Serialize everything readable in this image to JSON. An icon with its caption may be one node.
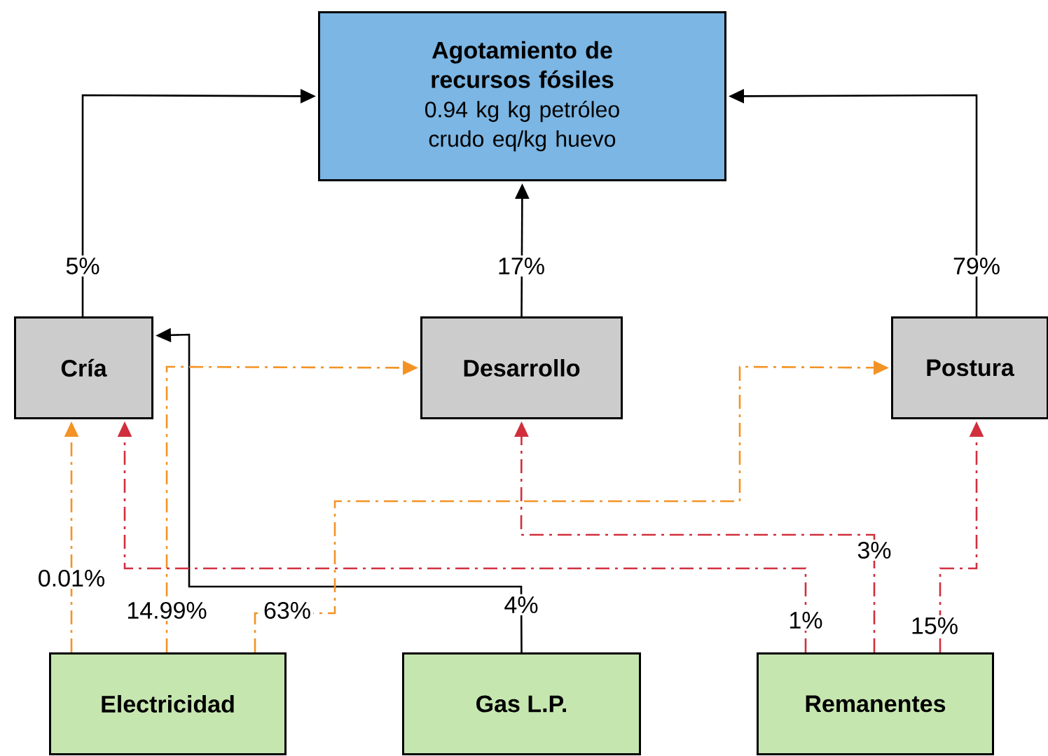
{
  "diagram": {
    "nodes": [
      {
        "text": [
          "Agotamiento de recursos fósiles",
          "0.94 kg kg petróleo crudo eq/kg huevo"
        ]
      },
      {
        "text": [
          "Cría"
        ]
      },
      {
        "text": [
          "Desarrollo"
        ]
      },
      {
        "text": [
          "Postura"
        ]
      },
      {
        "text": [
          "Electricidad"
        ]
      },
      {
        "text": [
          "Gas L.P."
        ]
      },
      {
        "text": [
          "Remanentes"
        ]
      }
    ],
    "edges": [
      {
        "from": 1,
        "to": 0,
        "arrow": "to",
        "label": "5%"
      },
      {
        "from": 2,
        "to": 0,
        "arrow": "to",
        "label": "17%"
      },
      {
        "from": 3,
        "to": 0,
        "arrow": "to",
        "label": "79%"
      },
      {
        "from": 5,
        "to": 1,
        "arrow": "to",
        "label": "4%"
      },
      {
        "from": 4,
        "to": 1,
        "arrow": "to",
        "label": "0.01%",
        "style": "dashed",
        "color": "#f39325"
      },
      {
        "from": 4,
        "to": 2,
        "arrow": "to",
        "label": "14.99%",
        "style": "dashed",
        "color": "#f39325"
      },
      {
        "from": 4,
        "to": 3,
        "arrow": "to",
        "label": "63%",
        "style": "dashed",
        "color": "#f39325"
      },
      {
        "from": 6,
        "to": 1,
        "arrow": "to",
        "label": "1%",
        "style": "dashed",
        "color": "#d12f3d"
      },
      {
        "from": 6,
        "to": 2,
        "arrow": "to",
        "label": "3%",
        "style": "dashed",
        "color": "#d12f3d"
      },
      {
        "from": 6,
        "to": 3,
        "arrow": "to",
        "label": "15%",
        "style": "dashed",
        "color": "#d12f3d"
      }
    ]
  }
}
